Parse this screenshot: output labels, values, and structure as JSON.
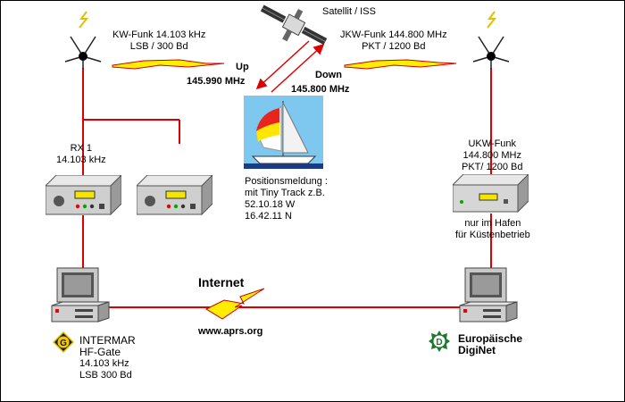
{
  "satellite": {
    "label": "Satellit / ISS"
  },
  "hf_link": {
    "line1": "KW-Funk 14.103 kHz",
    "line2": "LSB / 300 Bd"
  },
  "vhf_link": {
    "line1": "JKW-Funk 144.800 MHz",
    "line2": "PKT / 1200 Bd"
  },
  "uplink": {
    "label": "Up",
    "freq": "145.990 MHz"
  },
  "downlink": {
    "label": "Down",
    "freq": "145.800 MHz"
  },
  "boat": {
    "position_report": [
      "Positionsmeldung  :",
      "mit Tiny Track z.B.",
      "52.10.18 W",
      "16.42.11 N"
    ]
  },
  "rx1": {
    "line1": "RX 1",
    "line2": "14.103 kHz"
  },
  "vhf_station": {
    "title": [
      "UKW-Funk",
      "144.800 MHz",
      "PKT/ 1200 Bd"
    ],
    "note": [
      "nur im Hafen",
      "für Küstenbetrieb"
    ]
  },
  "internet": {
    "label": "Internet",
    "url": "www.aprs.org"
  },
  "hf_gate": {
    "logo_letter": "G",
    "lines": [
      "INTERMAR",
      "HF-Gate",
      "14.103 kHz",
      "LSB 300 Bd"
    ]
  },
  "diginet": {
    "logo_letter": "D",
    "lines": [
      "Europäische",
      "DigiNet"
    ]
  },
  "colors": {
    "wire": "#dd0000",
    "bolt_yellow": "#ffee00",
    "logo_green": "#1a7a2a",
    "sky": "#7ec8f0"
  }
}
